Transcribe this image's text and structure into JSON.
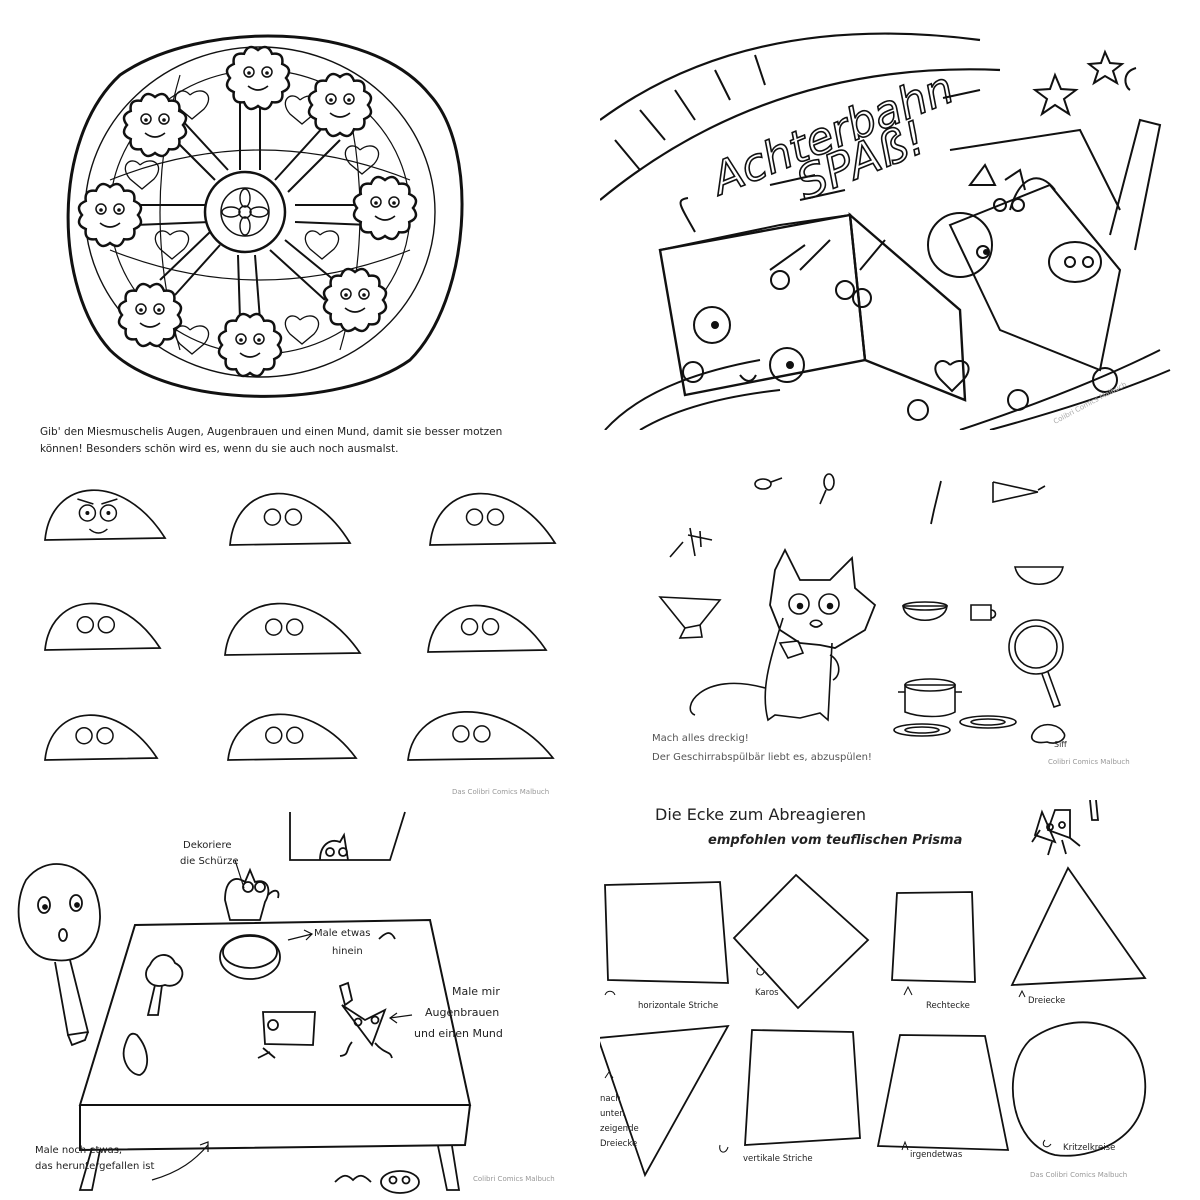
{
  "panel_mandala": {},
  "panel_coaster": {
    "title_line1": "Achterbahn",
    "title_line2": "SPAß!",
    "credit": "Colibri Comics Malbuch"
  },
  "panel_mussels": {
    "instruction_line1": "Gib' den Miesmuschelis Augen, Augenbrauen und einen Mund, damit sie besser motzen",
    "instruction_line2": "können! Besonders schön wird es, wenn du sie auch noch ausmalst.",
    "credit": "Das Colibri Comics Malbuch"
  },
  "panel_dishes": {
    "line1": "Mach alles dreckig!",
    "line2": "Der Geschirrabspülbär liebt es, abzuspülen!",
    "siff": "Siff",
    "credit": "Colibri Comics Malbuch"
  },
  "panel_table": {
    "apron_label_line1": "Dekoriere",
    "apron_label_line2": "die Schürze",
    "bowl_label_line1": "Male etwas",
    "bowl_label_line2": "hinein",
    "face_label_line1": "Male mir",
    "face_label_line2": "Augenbrauen",
    "face_label_line3": "und einen Mund",
    "fallen_label_line1": "Male noch etwas,",
    "fallen_label_line2": "das heruntergefallen ist",
    "credit": "Colibri Comics Malbuch"
  },
  "panel_prism": {
    "title": "Die Ecke zum Abreagieren",
    "subtitle": "empfohlen vom teuflischen Prisma",
    "shape_labels": {
      "horizontal": "horizontale Striche",
      "karos": "Karos",
      "rechtecke": "Rechtecke",
      "dreiecke": "Dreiecke",
      "nach_unten_1": "nach",
      "nach_unten_2": "unten",
      "nach_unten_3": "zeigende",
      "nach_unten_4": "Dreiecke",
      "vertikal": "vertikale Striche",
      "irgendetwas": "irgendetwas",
      "kritzel": "Kritzelkreise"
    },
    "credit": "Das Colibri Comics Malbuch"
  }
}
